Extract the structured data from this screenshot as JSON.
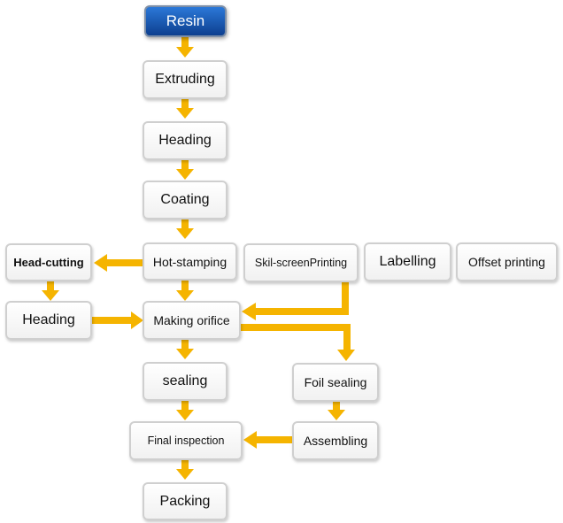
{
  "nodes": {
    "resin": "Resin",
    "extruding": "Extruding",
    "heading_main": "Heading",
    "coating": "Coating",
    "hot_stamping": "Hot-stamping",
    "skil_screen": "Skil-screenPrinting",
    "labelling": "Labelling",
    "offset_printing": "Offset printing",
    "head_cutting": "Head-cutting",
    "heading_side": "Heading",
    "making_orifice": "Making orifice",
    "sealing": "sealing",
    "foil_sealing": "Foil sealing",
    "final_inspection": "Final inspection",
    "assembling": "Assembling",
    "packing": "Packing"
  },
  "colors": {
    "arrow": "#f5b400",
    "start_fill_top": "#2b78d8",
    "start_fill_bottom": "#0d3f8f",
    "node_border": "#cfcfcf"
  }
}
